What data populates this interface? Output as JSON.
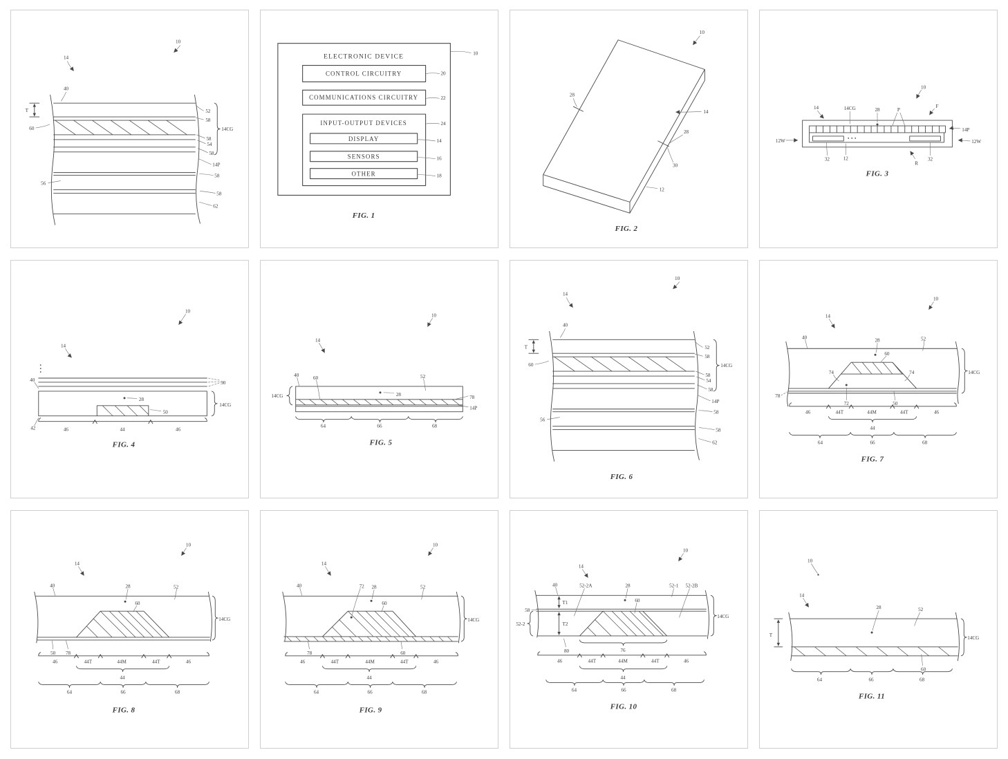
{
  "page": {
    "background": "#ffffff",
    "panel_border": "#cfcfcf",
    "ink": "#474747"
  },
  "panels": {
    "p1": {
      "refs": {
        "n10": "10",
        "n14": "14",
        "n40": "40",
        "t": "T",
        "n60": "60",
        "n56": "56",
        "n52": "52",
        "n58a": "58",
        "n14cg": "14CG",
        "n58b": "58",
        "n54": "54",
        "n58c": "58",
        "n14p": "14P",
        "n58d": "58",
        "n58e": "58",
        "n62": "62"
      }
    },
    "fig1": {
      "caption": "FIG. 1",
      "title": "ELECTRONIC DEVICE",
      "boxes": {
        "control": "CONTROL CIRCUITRY",
        "comms": "COMMUNICATIONS CIRCUITRY",
        "io": "INPUT-OUTPUT DEVICES",
        "display": "DISPLAY",
        "sensors": "SENSORS",
        "other": "OTHER"
      },
      "refs": {
        "n10": "10",
        "n20": "20",
        "n22": "22",
        "n24": "24",
        "n14": "14",
        "n16": "16",
        "n18": "18"
      }
    },
    "fig2": {
      "caption": "FIG. 2",
      "refs": {
        "n10": "10",
        "n28a": "28",
        "n14": "14",
        "n28b": "28",
        "n30": "30",
        "n12": "12"
      }
    },
    "fig3": {
      "caption": "FIG. 3",
      "refs": {
        "n10": "10",
        "n14": "14",
        "n14cg": "14CG",
        "n28": "28",
        "p": "P",
        "f": "F",
        "n14p": "14P",
        "n12w_l": "12W",
        "n12w_r": "12W",
        "n32a": "32",
        "n12": "12",
        "r": "R",
        "n32b": "32"
      }
    },
    "fig4": {
      "caption": "FIG. 4",
      "refs": {
        "n10": "10",
        "n14": "14",
        "n40": "40",
        "n90": "90",
        "n28": "28",
        "n50": "50",
        "n14cg": "14CG",
        "n42": "42",
        "d46a": "46",
        "d44": "44",
        "d46b": "46"
      }
    },
    "fig5": {
      "caption": "FIG. 5",
      "refs": {
        "n10": "10",
        "n14": "14",
        "n40": "40",
        "n60": "60",
        "n52": "52",
        "n28": "28",
        "n78": "78",
        "n14p": "14P",
        "n14cg": "14CG",
        "d64": "64",
        "d66": "66",
        "d68": "68"
      }
    },
    "fig6": {
      "caption": "FIG. 6",
      "refs": {
        "n10": "10",
        "n14": "14",
        "n40": "40",
        "t": "T",
        "n60": "60",
        "n56": "56",
        "n52": "52",
        "n58a": "58",
        "n14cg": "14CG",
        "n58b": "58",
        "n54": "54",
        "n58c": "58",
        "n14p": "14P",
        "n58d": "58",
        "n58e": "58",
        "n62": "62"
      }
    },
    "fig7": {
      "caption": "FIG. 7",
      "refs": {
        "n10": "10",
        "n14": "14",
        "n40": "40",
        "n28": "28",
        "n52": "52",
        "n60": "60",
        "n74a": "74",
        "n74b": "74",
        "n78": "78",
        "n72": "72",
        "n50": "50",
        "n14cg": "14CG",
        "d46a": "46",
        "d44ta": "44T",
        "d44m": "44M",
        "d44tb": "44T",
        "d46b": "46",
        "d44": "44",
        "d64": "64",
        "d66": "66",
        "d68": "68"
      }
    },
    "fig8": {
      "caption": "FIG. 8",
      "refs": {
        "n10": "10",
        "n14": "14",
        "n40": "40",
        "n28": "28",
        "n60": "60",
        "n52": "52",
        "n14cg": "14CG",
        "n50": "50",
        "n78": "78",
        "d46a": "46",
        "d44ta": "44T",
        "d44m": "44M",
        "d44tb": "44T",
        "d46b": "46",
        "d44": "44",
        "d64": "64",
        "d66": "66",
        "d68": "68"
      }
    },
    "fig9": {
      "caption": "FIG. 9",
      "refs": {
        "n10": "10",
        "n14": "14",
        "n40": "40",
        "n72": "72",
        "n28": "28",
        "n60a": "60",
        "n52": "52",
        "n14cg": "14CG",
        "n78": "78",
        "n60b": "60",
        "d46a": "46",
        "d44ta": "44T",
        "d44m": "44M",
        "d44tb": "44T",
        "d46b": "46",
        "d44": "44",
        "d64": "64",
        "d66": "66",
        "d68": "68"
      }
    },
    "fig10": {
      "caption": "FIG. 10",
      "refs": {
        "n10": "10",
        "n14": "14",
        "n40": "40",
        "n52_2a": "52-2A",
        "n28": "28",
        "n60": "60",
        "n52_1": "52-1",
        "n52_2b": "52-2B",
        "n58": "58",
        "n52_2": "52-2",
        "t1": "T1",
        "t2": "T2",
        "n14cg": "14CG",
        "n80": "80",
        "n76": "76",
        "d46a": "46",
        "d44ta": "44T",
        "d44m": "44M",
        "d44tb": "44T",
        "d46b": "46",
        "d44": "44",
        "d64": "64",
        "d66": "66",
        "d68": "68"
      }
    },
    "fig11": {
      "caption": "FIG. 11",
      "refs": {
        "n10": "10",
        "n14": "14",
        "t": "T",
        "n28": "28",
        "n52": "52",
        "n60": "60",
        "n14cg": "14CG",
        "d64": "64",
        "d66": "66",
        "d68": "68"
      }
    }
  }
}
